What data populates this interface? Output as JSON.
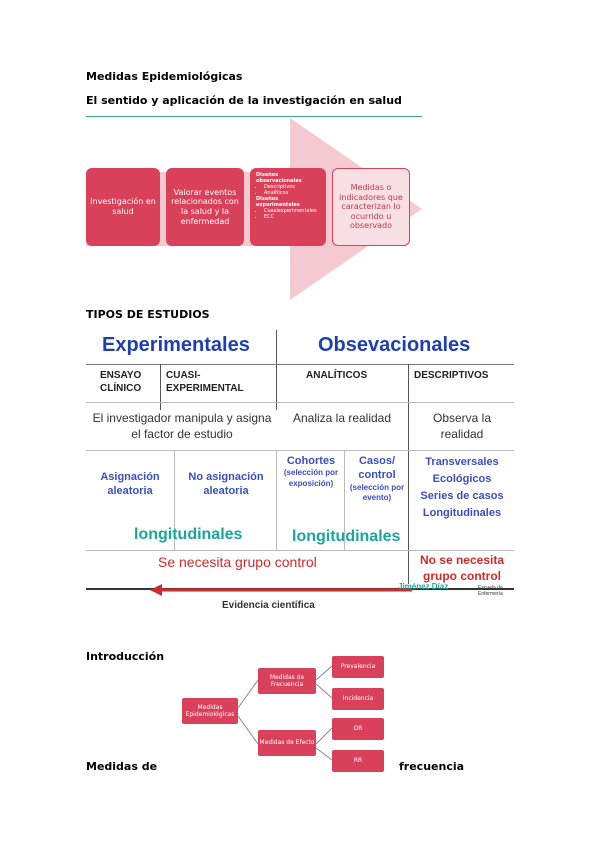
{
  "title": "Medidas Epidemiológicas",
  "subtitle": "El sentido y aplicación de la investigación en salud",
  "process": {
    "step1": "Investigación en salud",
    "step2": "Valorar eventos relacionados con la salud y la enfermedad",
    "step3": {
      "heading1": "Diseños observacionales",
      "items1": [
        "Descriptivos",
        "Analíticos"
      ],
      "heading2": "Diseños experimentales",
      "items2": [
        "Cuasiexperimentales",
        "ECC"
      ]
    },
    "step4": "Medidas o indicadores que caracterizan lo ocurrido u observado"
  },
  "types_heading": "TIPOS DE ESTUDIOS",
  "types": {
    "experimentales": "Experimentales",
    "observacionales": "Obsevacionales",
    "ensayo": "ENSAYO CLÍNICO",
    "cuasi": "CUASI-EXPERIMENTAL",
    "analiticos": "ANALÍTICOS",
    "descriptivos": "DESCRIPTIVOS",
    "desc_exp": "El investigador manipula y asigna el factor de estudio",
    "desc_anal": "Analiza la realidad",
    "desc_obs": "Observa la realidad",
    "asignacion": "Asignación aleatoria",
    "no_asignacion": "No asignación aleatoria",
    "cohortes": "Cohortes",
    "cohortes_note": "(selección por exposición)",
    "casos": "Casos/ control",
    "casos_note": "(selección por evento)",
    "descriptivos_list": [
      "Transversales",
      "Ecológicos",
      "Series de casos",
      "Longitudinales"
    ],
    "longitudinales": "longitudinales",
    "grupo_control": "Se necesita grupo control",
    "no_grupo_control": "No se necesita grupo control",
    "evidencia": "Evidencia científica",
    "logo_name": "Jiménez Díaz",
    "logo_school": "Escuela de Enfermería"
  },
  "intro_heading": "Introducción",
  "tree": {
    "root": "Medidas Epidemiológicas",
    "frecuencia": "Medidas de Frecuencia",
    "efecto": "Medidas de Efecto",
    "prevalencia": "Prevalencia",
    "incidencia": "Incidencia",
    "or": "OR",
    "rr": "RR"
  },
  "footer_left": "Medidas de",
  "footer_right": "frecuencia",
  "colors": {
    "accent": "#d9405a",
    "rule": "#3aa7a0",
    "blue": "#1f3fb0",
    "teal": "#1aa59a"
  }
}
